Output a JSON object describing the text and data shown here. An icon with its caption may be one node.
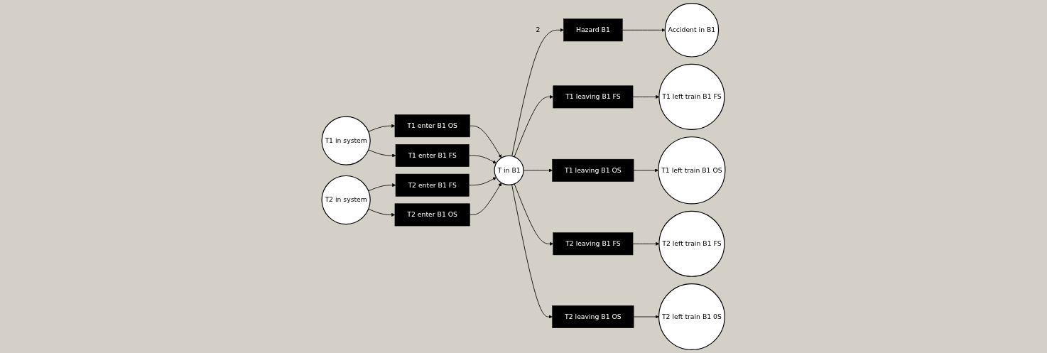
{
  "diagram": {
    "nodes": [
      {
        "text": [
          "T1 in system"
        ]
      },
      {
        "text": [
          "T2 in system"
        ]
      },
      {
        "text": [
          "T1 enter B1 OS"
        ]
      },
      {
        "text": [
          "T1 enter B1 FS"
        ]
      },
      {
        "text": [
          "T2 enter B1 FS"
        ]
      },
      {
        "text": [
          "T2 enter B1 OS"
        ]
      },
      {
        "text": [
          "Accident in B1"
        ]
      },
      {
        "text": [
          "Hazard B1"
        ]
      },
      {
        "text": [
          "T in B1"
        ]
      },
      {
        "text": [
          "T1 leaving B1 FS"
        ]
      },
      {
        "text": [
          "T1 leaving B1 OS"
        ]
      },
      {
        "text": [
          "T2 leaving B1 FS"
        ]
      },
      {
        "text": [
          "T2 leaving B1 OS"
        ]
      },
      {
        "text": [
          "T1 left train B1 FS"
        ]
      },
      {
        "text": [
          "T1 left train B1 OS"
        ]
      },
      {
        "text": [
          "T2 left train B1 FS"
        ]
      },
      {
        "text": [
          "T2 left train B1 0S"
        ]
      }
    ],
    "edges": [
      {
        "from": 0,
        "to": 2,
        "arrow": "to"
      },
      {
        "from": 0,
        "to": 3,
        "arrow": "to"
      },
      {
        "from": 1,
        "to": 4,
        "arrow": "to"
      },
      {
        "from": 1,
        "to": 5,
        "arrow": "to"
      },
      {
        "from": 2,
        "to": 8,
        "arrow": "to"
      },
      {
        "from": 3,
        "to": 8,
        "arrow": "to"
      },
      {
        "from": 4,
        "to": 8,
        "arrow": "to"
      },
      {
        "from": 5,
        "to": 8,
        "arrow": "to"
      },
      {
        "from": 8,
        "to": 7,
        "arrow": "to",
        "label": "2"
      },
      {
        "from": 7,
        "to": 6,
        "arrow": "to"
      },
      {
        "from": 8,
        "to": 9,
        "arrow": "to"
      },
      {
        "from": 8,
        "to": 10,
        "arrow": "to"
      },
      {
        "from": 8,
        "to": 11,
        "arrow": "to"
      },
      {
        "from": 8,
        "to": 12,
        "arrow": "to"
      },
      {
        "from": 9,
        "to": 13,
        "arrow": "to"
      },
      {
        "from": 10,
        "to": 14,
        "arrow": "to"
      },
      {
        "from": 11,
        "to": 15,
        "arrow": "to"
      },
      {
        "from": 12,
        "to": 16,
        "arrow": "to"
      }
    ]
  }
}
